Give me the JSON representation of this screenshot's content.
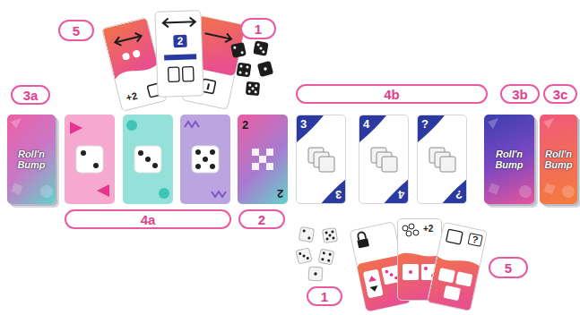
{
  "diagram": {
    "nodes": [
      {
        "text": [
          "5"
        ]
      },
      {
        "text": [
          "1"
        ]
      },
      {
        "text": [
          "+2"
        ]
      },
      {
        "text": [
          "2"
        ]
      },
      {
        "text": [
          "3a"
        ]
      },
      {
        "text": [
          "4b"
        ]
      },
      {
        "text": [
          "3b"
        ]
      },
      {
        "text": [
          "3c"
        ]
      },
      {
        "text": [
          "Roll'n Bump"
        ]
      },
      {
        "text": [
          "2",
          "2"
        ]
      },
      {
        "text": [
          "3",
          "3"
        ]
      },
      {
        "text": [
          "4",
          "4"
        ]
      },
      {
        "text": [
          "?",
          "?"
        ]
      },
      {
        "text": [
          "Roll'n Bump"
        ]
      },
      {
        "text": [
          "Roll'n Bump"
        ]
      },
      {
        "text": [
          "4a"
        ]
      },
      {
        "text": [
          "2"
        ]
      },
      {
        "text": [
          "1"
        ]
      },
      {
        "text": [
          "+2"
        ]
      },
      {
        "text": [
          "?"
        ]
      },
      {
        "text": [
          "5"
        ]
      }
    ]
  }
}
